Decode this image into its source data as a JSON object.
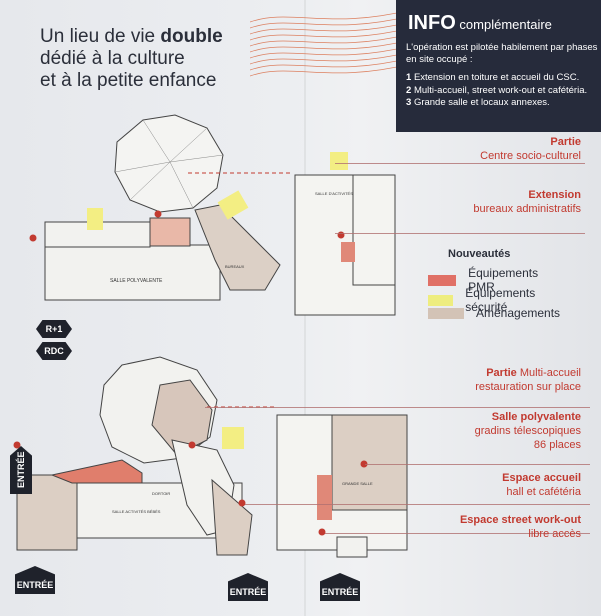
{
  "headline": {
    "line1_a": "Un lieu de vie ",
    "line1_b": "double",
    "line2": "dédié à la culture",
    "line3": "et à la petite enfance"
  },
  "info": {
    "title_bold": "INFO",
    "title_rest": "complémentaire",
    "intro": "L'opération est pilotée habilement par phases en site occupé :",
    "steps": [
      {
        "num": "1",
        "text": "Extension en toiture et accueil du CSC."
      },
      {
        "num": "2",
        "text": "Multi-accueil, street work-out et cafétéria."
      },
      {
        "num": "3",
        "text": "Grande salle et locaux annexes."
      }
    ]
  },
  "callouts": [
    {
      "title": "Partie",
      "sub": "Centre socio-culturel"
    },
    {
      "title": "Extension",
      "sub": "bureaux administratifs"
    },
    {
      "title": "Partie",
      "title_rest": "Multi-accueil",
      "sub": "restauration sur place"
    },
    {
      "title": "Salle polyvalente",
      "sub": "gradins télescopiques",
      "sub2": "86 places"
    },
    {
      "title": "Espace accueil",
      "sub": "hall et cafétéria"
    },
    {
      "title": "Espace street work-out",
      "sub": "libre accès"
    }
  ],
  "legend": {
    "title": "Nouveautés",
    "items": [
      {
        "label": "Équipements PMR",
        "color": "#e07066"
      },
      {
        "label": "Équipements sécurité",
        "color": "#eeed7f"
      },
      {
        "label": "Aménagements",
        "color": "#d3c3b6"
      }
    ]
  },
  "floors": {
    "upper": "R+1",
    "ground": "RDC"
  },
  "entrances": {
    "label": "ENTRÉE"
  },
  "plan_labels": {
    "upper_main": "SALLE POLYVALENTE",
    "upper_office": "BUREAUX",
    "upper_salle": "SALLE D'ACTIVITÉS",
    "lower_activity": "SALLE ACTIVITÉS BÉBÉS",
    "lower_salle": "GRANDE SALLE",
    "lower_dining": "DORTOIR"
  }
}
